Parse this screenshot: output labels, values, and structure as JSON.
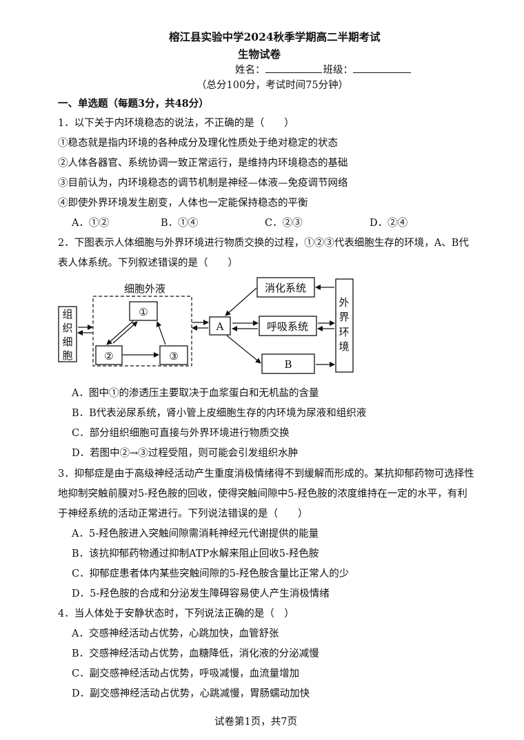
{
  "header": {
    "title_line1": "榕江县实验中学2024秋季学期高二半期考试",
    "title_line2": "生物试卷",
    "name_label": "姓名：",
    "class_label": "班级：",
    "note": "（总分100分，考试时间75分钟）"
  },
  "section": "一、单选题（每题3分，共48分）",
  "q1": {
    "stem": "1．以下关于内环境稳态的说法，不正确的是（　　）",
    "s1": "①稳态就是指内环境的各种成分及理化性质处于绝对稳定的状态",
    "s2": "②人体各器官、系统协调一致正常运行，是维持内环境稳态的基础",
    "s3": "③目前认为，内环境稳态的调节机制是神经—体液—免疫调节网络",
    "s4": "④即使外界环境发生剧变，人体也一定能保持稳态的平衡",
    "a": "A．①②",
    "b": "B．①④",
    "c": "C．②③",
    "d": "D．②④"
  },
  "q2": {
    "stem_line1": "2．下图表示人体细胞与外界环境进行物质交换的过程，①②③代表细胞生存的环境，A、B代",
    "stem_line2": "表人体系统。下列叙述错误的是（　　）",
    "a": "A．图中①的渗透压主要取决于血浆蛋白和无机盐的含量",
    "b": "B．B代表泌尿系统，肾小管上皮细胞生存的内环境为尿液和组织液",
    "c": "C．部分组织细胞可直接与外界环境进行物质交换",
    "d": "D．若图中②→③过程受阻，则可能会引发组织水肿"
  },
  "diagram": {
    "extracellular": "细胞外液",
    "tissue_cell": [
      "组",
      "织",
      "细",
      "胞"
    ],
    "n1": "①",
    "n2": "②",
    "n3": "③",
    "A": "A",
    "B": "B",
    "digestive": "消化系统",
    "respiratory": "呼吸系统",
    "external": [
      "外",
      "界",
      "环",
      "境"
    ]
  },
  "q3": {
    "stem_line1": "3．抑郁症是由于高级神经活动产生重度消极情绪得不到缓解而形成的。某抗抑郁药物可选择性",
    "stem_line2": "地抑制突触前膜对5-羟色胺的回收，使得突触间隙中5-羟色胺的浓度维持在一定的水平，有利",
    "stem_line3": "于神经系统的活动正常进行。下列说法错误的是（　　）",
    "a": "A．5-羟色胺进入突触间隙需消耗神经元代谢提供的能量",
    "b": "B．该抗抑郁药物通过抑制ATP水解来阻止回收5-羟色胺",
    "c": "C．抑郁症患者体内某些突触间隙的5-羟色胺含量比正常人的少",
    "d": "D．5-羟色胺的合成和分泌发生障碍容易使人产生消极情绪"
  },
  "q4": {
    "stem": "4．当人体处于安静状态时，下列说法正确的是（　）",
    "a": "A．交感神经活动占优势，心跳加快，血管舒张",
    "b": "B．交感神经活动占优势，血糖降低，消化液的分泌减慢",
    "c": "C．副交感神经活动占优势，呼吸减慢，血流量增加",
    "d": "D．副交感神经活动占优势，心跳减慢，胃肠蠕动加快"
  },
  "footer": "试卷第1页，共7页"
}
